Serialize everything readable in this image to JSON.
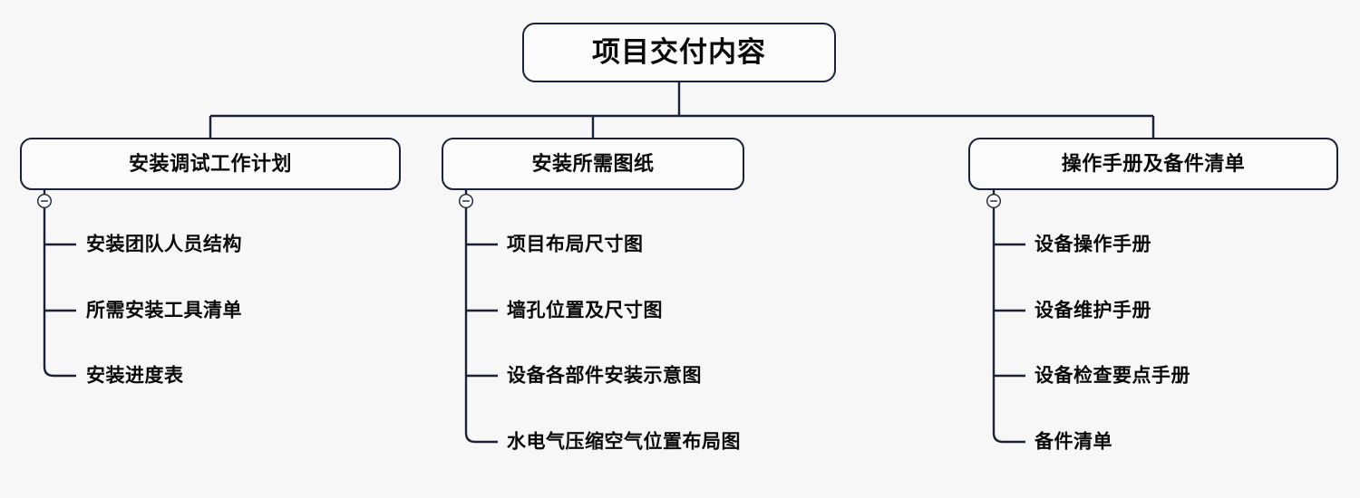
{
  "diagram": {
    "type": "mind-map-tree",
    "orientation": "top-down",
    "background_color": "#f7f7f7",
    "line_color": "#1c2138",
    "border_color": "#1c2138",
    "text_color": "#0a0a0a",
    "node_fill_color": "#fbfbfc",
    "root": {
      "label": "项目交付内容"
    },
    "branches": [
      {
        "label": "安装调试工作计划",
        "toggle": "collapse-minus-icon",
        "toggle_state": "expanded",
        "leaves": [
          {
            "label": "安装团队人员结构"
          },
          {
            "label": "所需安装工具清单"
          },
          {
            "label": "安装进度表"
          }
        ]
      },
      {
        "label": "安装所需图纸",
        "toggle": "collapse-minus-icon",
        "toggle_state": "expanded",
        "leaves": [
          {
            "label": "项目布局尺寸图"
          },
          {
            "label": "墙孔位置及尺寸图"
          },
          {
            "label": "设备各部件安装示意图"
          },
          {
            "label": "水电气压缩空气位置布局图"
          }
        ]
      },
      {
        "label": "操作手册及备件清单",
        "toggle": "collapse-minus-icon",
        "toggle_state": "expanded",
        "leaves": [
          {
            "label": "设备操作手册"
          },
          {
            "label": "设备维护手册"
          },
          {
            "label": "设备检查要点手册"
          },
          {
            "label": "备件清单"
          }
        ]
      }
    ]
  }
}
